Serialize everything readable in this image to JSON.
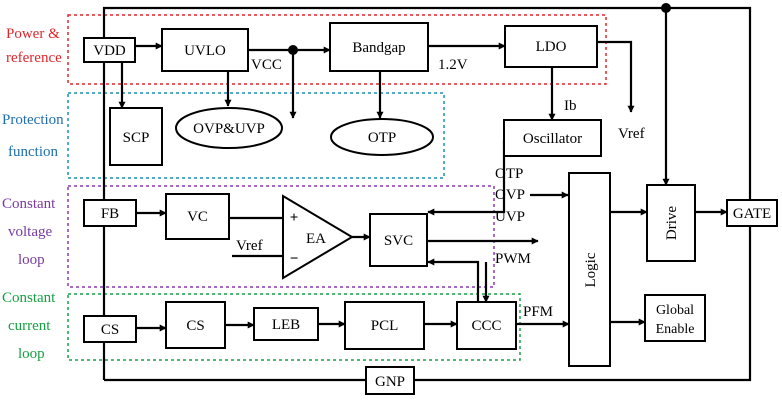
{
  "colors": {
    "power": "#e0262b",
    "protection": "#1f6fb0",
    "voltage": "#7a3aa0",
    "current": "#17a043",
    "line": "#000000"
  },
  "sections": {
    "power": {
      "line1": "Power &",
      "line2": "reference"
    },
    "protection": {
      "line1": "Protection",
      "line2": "function"
    },
    "voltage": {
      "line1": "Constant",
      "line2": "voltage",
      "line3": "loop"
    },
    "current": {
      "line1": "Constant",
      "line2": "current",
      "line3": "loop"
    }
  },
  "blocks": {
    "vdd": "VDD",
    "uvlo": "UVLO",
    "bandgap": "Bandgap",
    "ldo": "LDO",
    "scp": "SCP",
    "ovp_uvp": "OVP&UVP",
    "otp": "OTP",
    "oscillator": "Oscillator",
    "fb": "FB",
    "vc": "VC",
    "ea": "EA",
    "svc": "SVC",
    "logic": "Logic",
    "drive": "Drive",
    "gate": "GATE",
    "cs_pin": "CS",
    "cs": "CS",
    "leb": "LEB",
    "pcl": "PCL",
    "ccc": "CCC",
    "global_enable_1": "Global",
    "global_enable_2": "Enable",
    "gnp": "GNP"
  },
  "signals": {
    "vcc": "VCC",
    "v12": "1.2V",
    "ib": "Ib",
    "vref_top": "Vref",
    "vref_ea": "Vref",
    "otp": "OTP",
    "ovp": "OVP",
    "uvp": "UVP",
    "pwm": "PWM",
    "pfm": "PFM",
    "plus": "+",
    "minus": "−"
  }
}
